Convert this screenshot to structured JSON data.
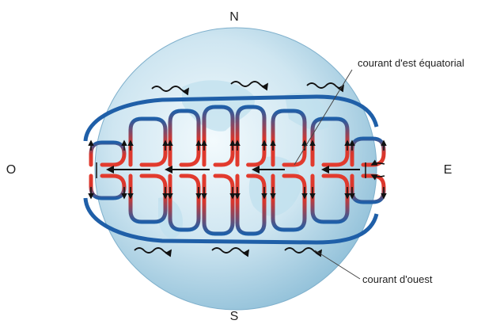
{
  "compass": {
    "north": "N",
    "south": "S",
    "west": "O",
    "east": "E"
  },
  "annotations": {
    "equatorial_current": "courant d'est équatorial",
    "westerly_current": "courant d'ouest"
  },
  "colors": {
    "warm_flow": "#e23b2e",
    "cold_flow": "#1f5fa8",
    "globe_light": "#e8f4fa",
    "globe_dark": "#9cc8df",
    "arrow": "#111111"
  },
  "cells": {
    "north_row_count": 8,
    "south_row_count": 8
  }
}
